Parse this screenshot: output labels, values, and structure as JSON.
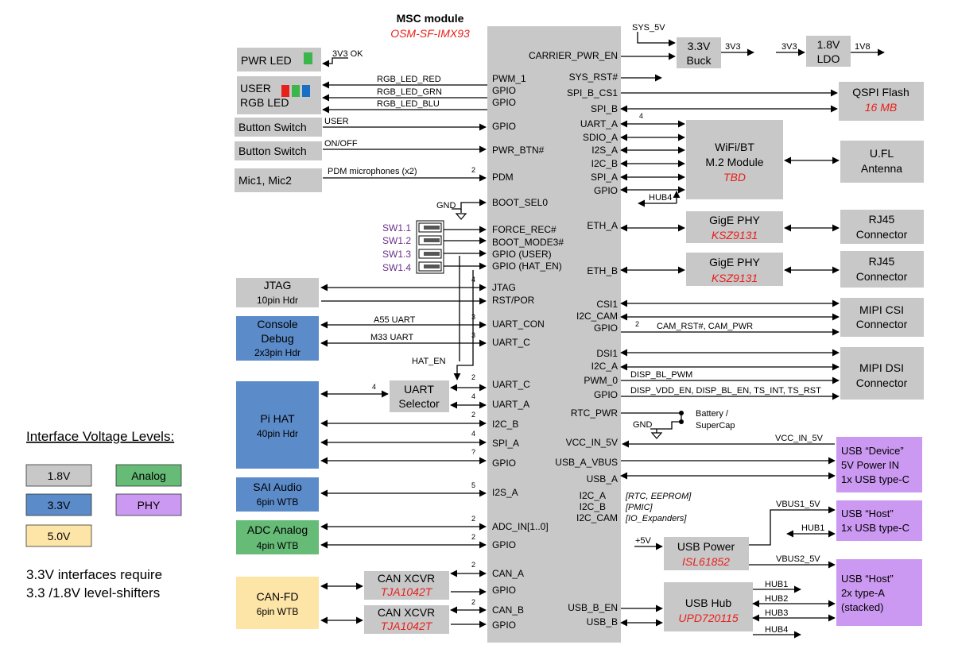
{
  "title": "MSC module",
  "subtitle": "OSM-SF-IMX93",
  "colors": {
    "gray": "#c8c8c8",
    "blue": "#5b8bc9",
    "green": "#66bb77",
    "yellow": "#fde5a8",
    "purple": "#cc99f2",
    "red": "#e8201c"
  },
  "left_blocks": {
    "pwr_led": "PWR LED",
    "user_rgb_1": "USER",
    "user_rgb_2": "RGB LED",
    "button1": "Button Switch",
    "button2": "Button Switch",
    "mic": "Mic1, Mic2",
    "jtag_1": "JTAG",
    "jtag_2": "10pin Hdr",
    "console_1": "Console",
    "console_2": "Debug",
    "console_3": "2x3pin Hdr",
    "pihat_1": "Pi HAT",
    "pihat_2": "40pin Hdr",
    "sai_1": "SAI Audio",
    "sai_2": "6pin WTB",
    "adc_1": "ADC Analog",
    "adc_2": "4pin WTB",
    "can_1": "CAN-FD",
    "can_2": "6pin WTB",
    "uart_sel_1": "UART",
    "uart_sel_2": "Selector",
    "canx_1": "CAN XCVR",
    "canx_1p": "TJA1042T",
    "canx_2": "CAN XCVR",
    "canx_2p": "TJA1042T"
  },
  "left_signals": {
    "v3v3ok": "3V3 OK",
    "rgb_red": "RGB_LED_RED",
    "rgb_grn": "RGB_LED_GRN",
    "rgb_blu": "RGB_LED_BLU",
    "user": "USER",
    "onoff": "ON/OFF",
    "pdm": "PDM microphones (x2)",
    "gnd": "GND",
    "sw11": "SW1.1",
    "sw12": "SW1.2",
    "sw13": "SW1.3",
    "sw14": "SW1.4",
    "a55": "A55 UART",
    "m33": "M33 UART",
    "hat_en": "HAT_EN"
  },
  "bus_counts": {
    "n2": "2",
    "n4": "4",
    "n3": "3",
    "q": "?",
    "n5": "5"
  },
  "module_left_pins": [
    "PWM_1",
    "GPIO",
    "GPIO",
    "GPIO",
    "PWR_BTN#",
    "PDM",
    "BOOT_SEL0",
    "FORCE_REC#",
    "BOOT_MODE3#",
    "GPIO (USER)",
    "GPIO (HAT_EN)",
    "JTAG",
    "RST/POR",
    "UART_CON",
    "UART_C",
    "UART_C",
    "UART_A",
    "I2C_B",
    "SPI_A",
    "GPIO",
    "I2S_A",
    "ADC_IN[1..0]",
    "GPIO",
    "CAN_A",
    "GPIO",
    "CAN_B",
    "GPIO"
  ],
  "module_right_pins": [
    "CARRIER_PWR_EN",
    "SYS_RST#",
    "SPI_B_CS1",
    "SPI_B",
    "UART_A",
    "SDIO_A",
    "I2S_A",
    "I2C_B",
    "SPI_A",
    "GPIO",
    "ETH_A",
    "ETH_B",
    "CSI1",
    "I2C_CAM",
    "GPIO",
    "DSI1",
    "I2C_A",
    "PWM_0",
    "GPIO",
    "RTC_PWR",
    "VCC_IN_5V",
    "USB_A_VBUS",
    "USB_A",
    "I2C_A",
    "I2C_B",
    "I2C_CAM",
    "USB_B_EN",
    "USB_B"
  ],
  "right_signals": {
    "sys5v": "SYS_5V",
    "v3v3": "3V3",
    "v3v3b": "3V3",
    "v1v8": "1V8",
    "hub4": "HUB4",
    "cam_sig": "CAM_RST#,  CAM_PWR",
    "disp_pwm": "DISP_BL_PWM",
    "disp_gpio": "DISP_VDD_EN, DISP_BL_EN, TS_INT, TS_RST",
    "gnd2": "GND",
    "battery_1": "Battery /",
    "battery_2": "SuperCap",
    "vcc5v": "VCC_IN_5V",
    "rtc": "[RTC, EEPROM]",
    "pmic": "[PMIC]",
    "ioexp": "[IO_Expanders]",
    "vbus1": "VBUS1_5V",
    "hub1": "HUB1",
    "p5v": "+5V",
    "vbus2": "VBUS2_5V",
    "hub1b": "HUB1",
    "hub2": "HUB2",
    "hub3": "HUB3",
    "hub4b": "HUB4"
  },
  "right_blocks": {
    "buck_1": "3.3V",
    "buck_2": "Buck",
    "ldo_1": "1.8V",
    "ldo_2": "LDO",
    "qspi_1": "QSPI Flash",
    "qspi_2": "16 MB",
    "wifi_1": "WiFi/BT",
    "wifi_2": "M.2 Module",
    "wifi_3": "TBD",
    "ufl_1": "U.FL",
    "ufl_2": "Antenna",
    "phy_1": "GigE PHY",
    "phy_1p": "KSZ9131",
    "rj_1a": "RJ45",
    "rj_1b": "Connector",
    "phy_2": "GigE PHY",
    "phy_2p": "KSZ9131",
    "rj_2a": "RJ45",
    "rj_2b": "Connector",
    "csi_1": "MIPI CSI",
    "csi_2": "Connector",
    "dsi_1": "MIPI DSI",
    "dsi_2": "Connector",
    "usbdev_1": "USB “Device”",
    "usbdev_2": "5V Power IN",
    "usbdev_3": "1x USB type-C",
    "usbhost1_1": "USB “Host”",
    "usbhost1_2": "1x USB type-C",
    "usbpwr_1": "USB Power",
    "usbpwr_2": "ISL61852",
    "usbhost2_1": "USB “Host”",
    "usbhost2_2": "2x type-A",
    "usbhost2_3": "(stacked)",
    "hub_1": "USB Hub",
    "hub_2": "UPD720115"
  },
  "legend": {
    "title": "Interface Voltage Levels:",
    "items": [
      "1.8V",
      "3.3V",
      "5.0V",
      "Analog",
      "PHY"
    ],
    "note_1": "3.3V interfaces require",
    "note_2": "3.3 /1.8V level-shifters"
  }
}
